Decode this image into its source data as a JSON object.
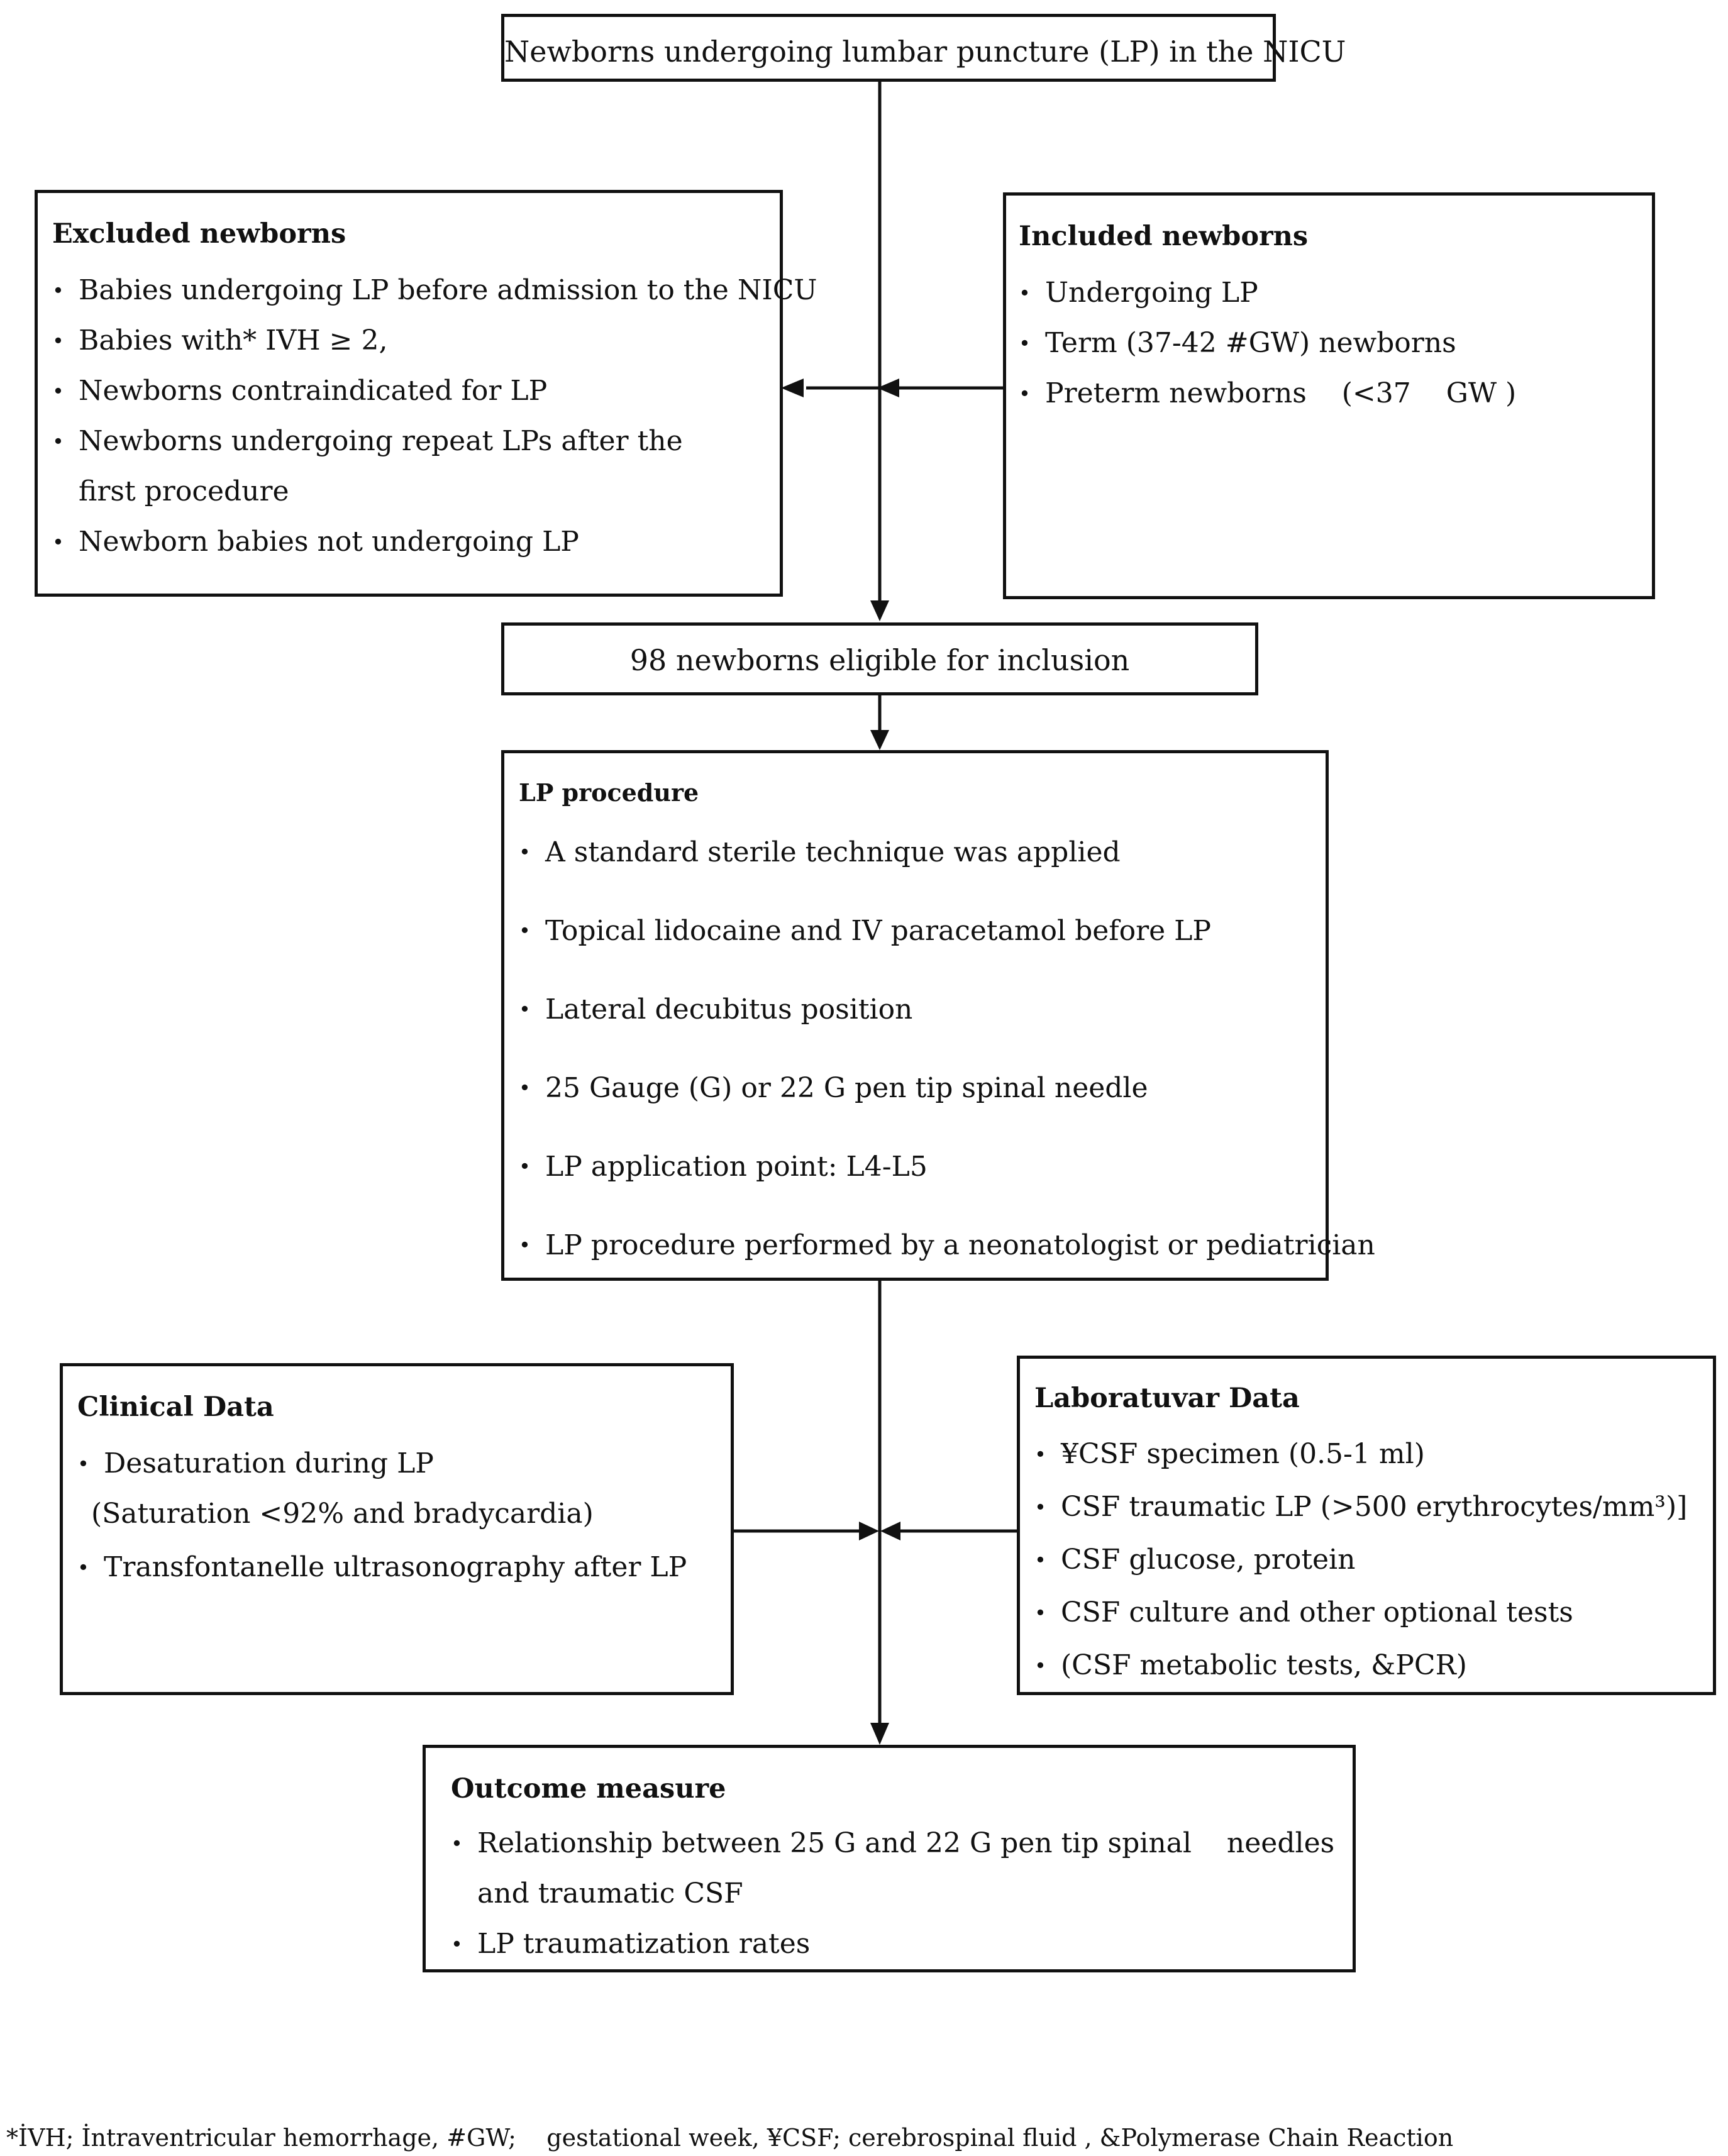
{
  "flowchart": {
    "start": "Newborns undergoing lumbar puncture (LP) in the NICU",
    "excluded": {
      "title": "Excluded newborns",
      "items": [
        "Babies undergoing LP before admission to the NICU",
        "Babies with* IVH ≥ 2,",
        "Newborns contraindicated for LP",
        "Newborns undergoing repeat LPs after the first procedure",
        "Newborn babies not undergoing LP"
      ]
    },
    "included": {
      "title": "Included newborns",
      "items": [
        "Undergoing LP",
        "Term (37-42 #GW) newborns",
        "Preterm newborns    (<37    GW )"
      ]
    },
    "eligible": "98 newborns eligible for inclusion",
    "procedure": {
      "title": "LP procedure",
      "items": [
        "A standard sterile technique was applied",
        "Topical lidocaine and IV paracetamol before LP",
        "Lateral decubitus position",
        "25 Gauge (G) or 22 G pen tip spinal needle",
        "LP application point: L4-L5",
        "LP procedure performed by a neonatologist or pediatrician"
      ]
    },
    "clinical": {
      "title": "Clinical Data",
      "items": [
        "Desaturation during LP",
        "Transfontanelle ultrasonography after LP"
      ],
      "continuation": "(Saturation <92% and bradycardia)"
    },
    "laboratory": {
      "title": "Laboratuvar Data",
      "items": [
        "¥CSF specimen (0.5-1 ml)",
        "CSF traumatic LP (>500 erythrocytes/mm³)]",
        "CSF glucose, protein",
        "CSF culture and other optional tests",
        "(CSF metabolic tests, &PCR)"
      ]
    },
    "outcome": {
      "title": "Outcome measure",
      "items": [
        "Relationship between 25 G and 22 G pen tip spinal    needles and traumatic CSF",
        "LP traumatization rates"
      ]
    }
  },
  "footnote": "*İVH; İntraventricular hemorrhage, #GW;    gestational week, ¥CSF; cerebrospinal fluid , &Polymerase Chain Reaction"
}
